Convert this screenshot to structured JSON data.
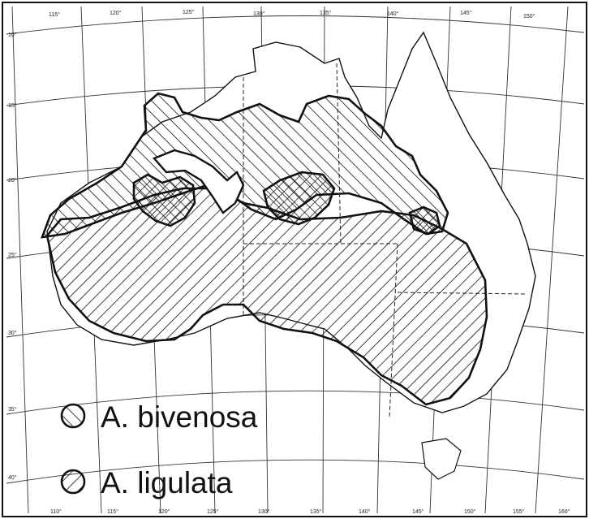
{
  "map": {
    "region": "Australia",
    "ink_color": "#111111",
    "background_color": "#ffffff",
    "graticule": {
      "top_labels": [
        "115°",
        "120°",
        "125°",
        "130°",
        "135°",
        "140°",
        "145°",
        "150°"
      ],
      "bottom_labels": [
        "110°",
        "115°",
        "120°",
        "125°",
        "130°",
        "135°",
        "140°",
        "145°",
        "150°",
        "155°",
        "160°"
      ],
      "left_labels": [
        "10°",
        "15°",
        "20°",
        "25°",
        "30°",
        "35°",
        "40°"
      ]
    },
    "legend": [
      {
        "species": "A. bivenosa",
        "pattern": "hatch-forward"
      },
      {
        "species": "A. ligulata",
        "pattern": "hatch-backward"
      }
    ],
    "overlap_pattern": "crosshatch"
  }
}
